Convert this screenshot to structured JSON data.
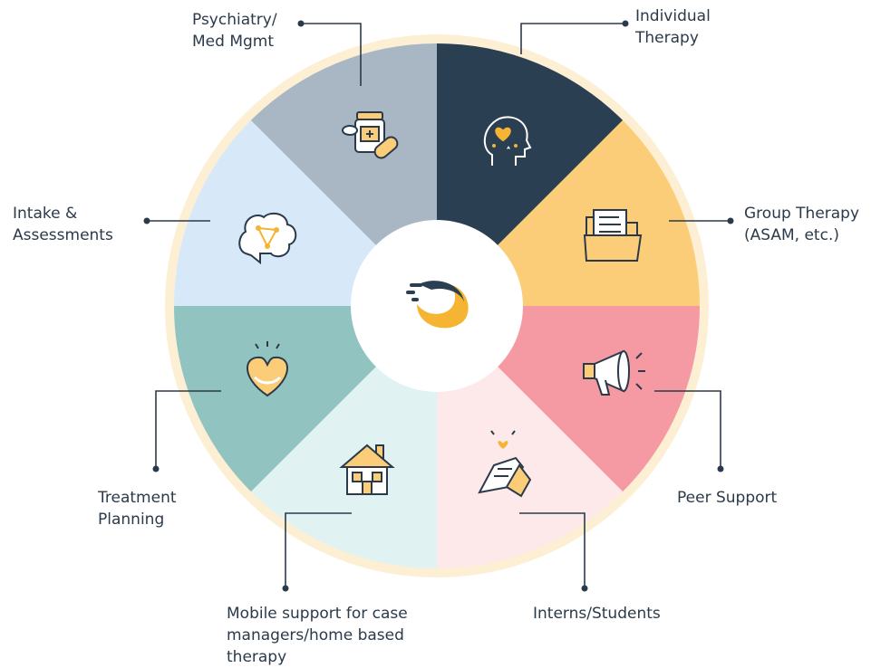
{
  "center": {
    "logo": "brand-swoosh-logo",
    "accent": "#f5b432",
    "dark": "#2b3f52"
  },
  "segments": [
    {
      "id": "individual-therapy",
      "label_lines": [
        "Individual",
        "Therapy"
      ],
      "color": "#2b3f52",
      "icon": "head-heart-icon"
    },
    {
      "id": "group-therapy",
      "label_lines": [
        "Group Therapy",
        "(ASAM, etc.)"
      ],
      "color": "#fbcd78",
      "icon": "folder-documents-icon"
    },
    {
      "id": "peer-support",
      "label_lines": [
        "Peer Support"
      ],
      "color": "#f59aa2",
      "icon": "megaphone-icon"
    },
    {
      "id": "interns-students",
      "label_lines": [
        "Interns/Students"
      ],
      "color": "#fde9e9",
      "icon": "handshake-heart-icon"
    },
    {
      "id": "mobile-support",
      "label_lines": [
        "Mobile support for case",
        "managers/home based",
        "therapy"
      ],
      "color": "#e1f2f3",
      "icon": "house-icon"
    },
    {
      "id": "treatment-planning",
      "label_lines": [
        "Treatment",
        "Planning"
      ],
      "color": "#91c4c1",
      "icon": "heart-icon"
    },
    {
      "id": "intake-assessments",
      "label_lines": [
        "Intake &",
        "Assessments"
      ],
      "color": "#d7e9f8",
      "icon": "brain-network-icon"
    },
    {
      "id": "psychiatry",
      "label_lines": [
        "Psychiatry/",
        "Med Mgmt"
      ],
      "color": "#a8b7c3",
      "icon": "pill-bottle-icon"
    }
  ],
  "colors": {
    "ring": "#fcefd3",
    "line": "#2b3a4a",
    "text": "#2b3a4a"
  }
}
